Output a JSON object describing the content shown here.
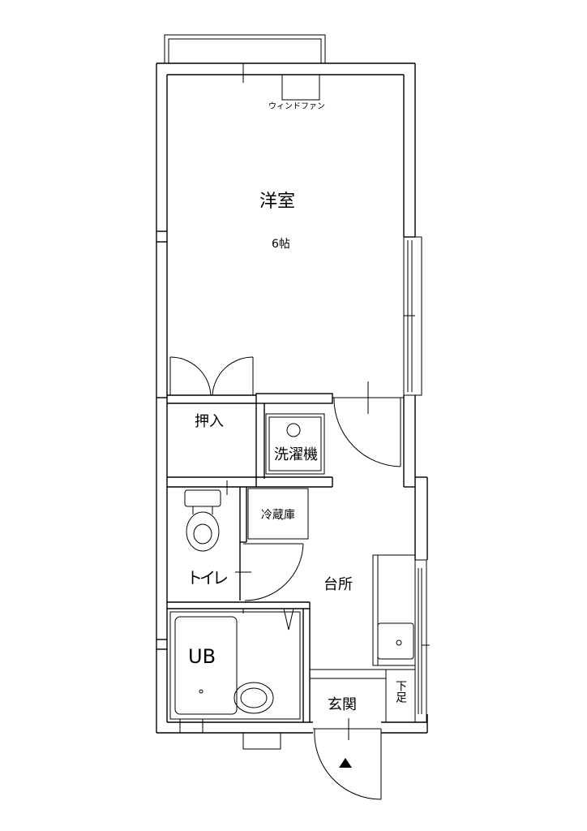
{
  "rooms": {
    "western_room": "洋室",
    "western_room_size": "6帖",
    "closet": "押入",
    "washing_machine": "洗濯機",
    "refrigerator": "冷蔵庫",
    "kitchen": "台所",
    "toilet": "トイレ",
    "bath": "UB",
    "entrance": "玄関",
    "shoe_box": "下足",
    "window_fan": "ウィンドファン"
  }
}
